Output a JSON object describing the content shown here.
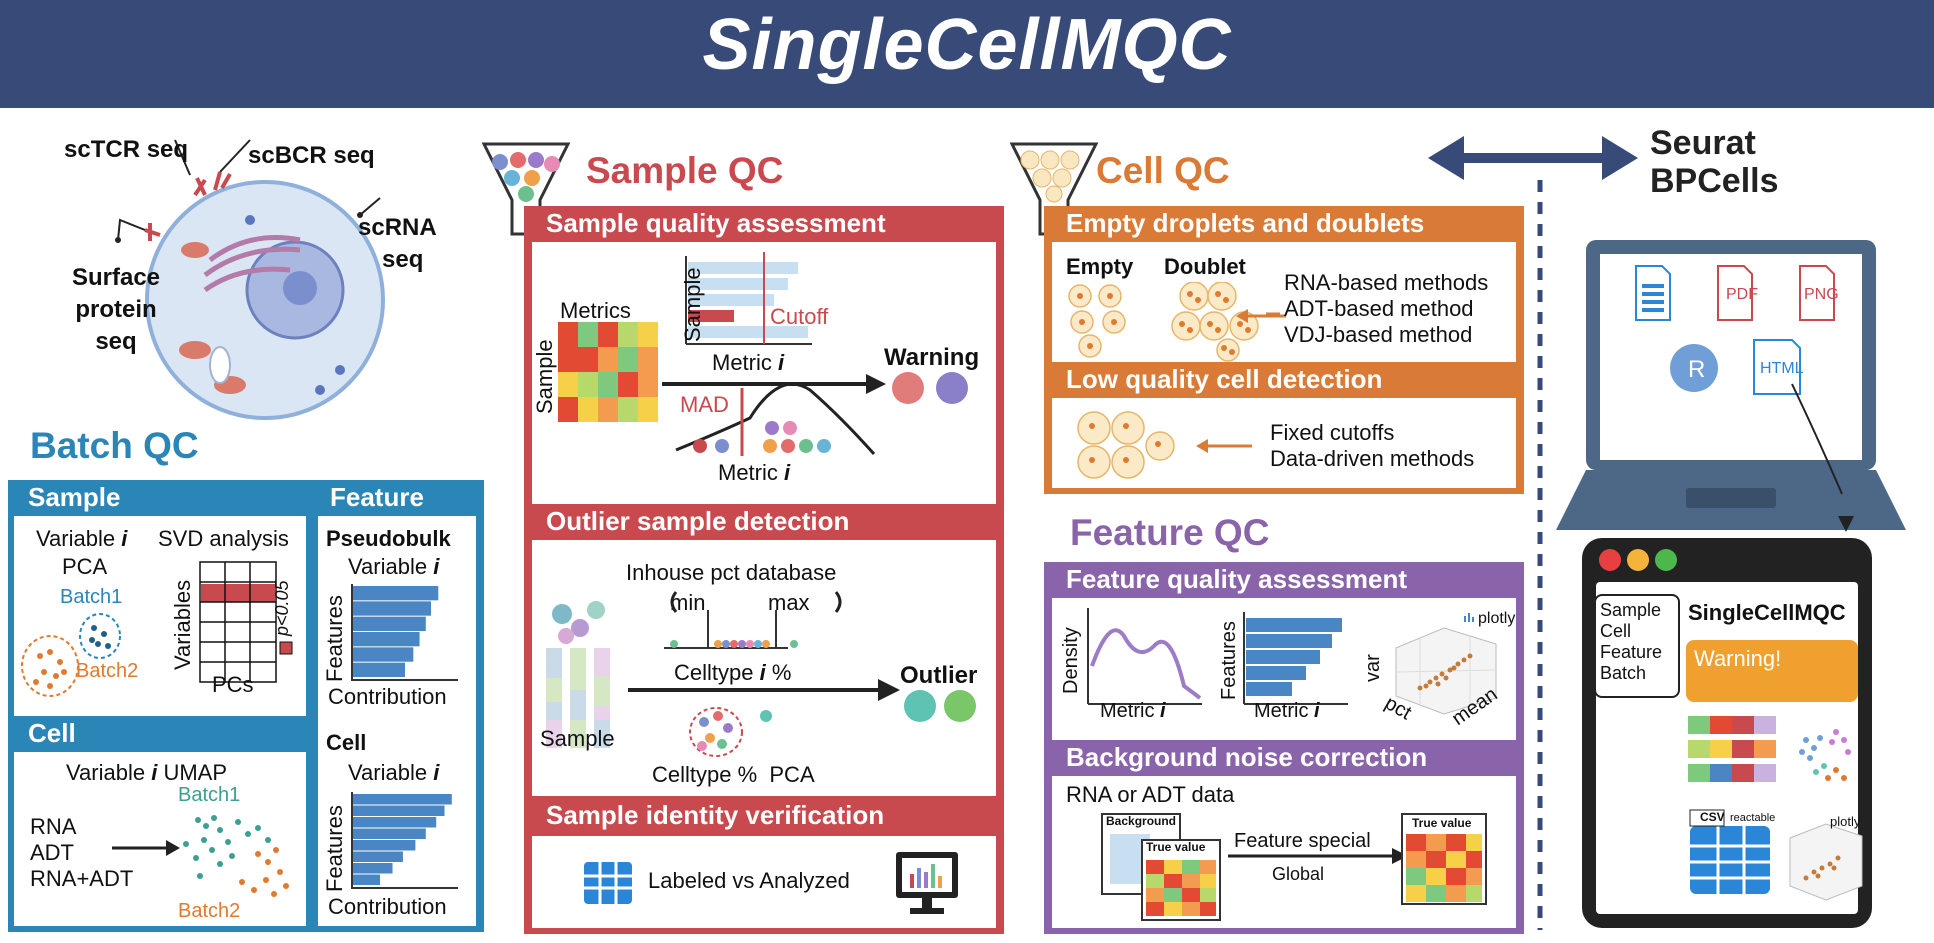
{
  "app_title": "SingleCellMQC",
  "cell_diagram": {
    "labels": {
      "sctcr": "scTCR seq",
      "scbcr": "scBCR seq",
      "scrna_1": "scRNA",
      "scrna_2": "seq",
      "surface_1": "Surface",
      "surface_2": "protein",
      "surface_3": "seq"
    }
  },
  "batch_qc": {
    "title": "Batch QC",
    "sample_header": "Sample",
    "feature_header": "Feature",
    "cell_header": "Cell",
    "variable_label": "Variable ",
    "italic_i": "i",
    "pca": "PCA",
    "svd": "SVD analysis",
    "batch1": "Batch1",
    "batch2": "Batch2",
    "variables_axis": "Variables",
    "pcs_axis": "PCs",
    "pvalue": "p<0.05",
    "pseudobulk": "Pseudobulk",
    "features_axis": "Features",
    "contribution": "Contribution",
    "cell_sub": "Cell",
    "umap": " UMAP",
    "rna": "RNA",
    "adt": "ADT",
    "rna_adt": "RNA+ADT",
    "pseudobulk_bars": [
      0.82,
      0.75,
      0.7,
      0.64,
      0.58,
      0.5
    ],
    "cell_bars": [
      0.95,
      0.88,
      0.8,
      0.7,
      0.6,
      0.48,
      0.38,
      0.26
    ]
  },
  "sample_qc": {
    "title": "Sample QC",
    "panel1_header": "Sample quality assessment",
    "metrics": "Metrics",
    "sample_axis": "Sample",
    "cutoff": "Cutoff",
    "metric_i_prefix": "Metric ",
    "italic_i": "i",
    "mad": "MAD",
    "warning": "Warning",
    "panel2_header": "Outlier sample detection",
    "inhouse": "Inhouse pct database",
    "min": "min",
    "max": "max",
    "celltype_pct_prefix": "Celltype ",
    "pct_suffix": " %",
    "outlier": "Outlier",
    "sample_label": "Sample",
    "celltype_pca": "Celltype %  PCA",
    "panel3_header": "Sample identity verification",
    "labeled_vs": "Labeled vs Analyzed"
  },
  "cell_qc": {
    "title": "Cell QC",
    "panel1_header": "Empty droplets and doublets",
    "empty": "Empty",
    "doublet": "Doublet",
    "methods": [
      "RNA-based methods",
      "ADT-based method",
      "VDJ-based method"
    ],
    "panel2_header": "Low quality cell detection",
    "cutoffs": [
      "Fixed cutoffs",
      "Data-driven methods"
    ]
  },
  "feature_qc": {
    "title": "Feature QC",
    "panel1_header": "Feature quality assessment",
    "density": "Density",
    "features": "Features",
    "metric_prefix": "Metric ",
    "italic_i": "i",
    "plotly": "plotly",
    "var": "var",
    "pct": "pct",
    "mean": "mean",
    "panel2_header": "Background noise correction",
    "rna_or_adt": "RNA or ADT data",
    "background": "Background",
    "true_value": "True value",
    "feature_special": "Feature special",
    "global": "Global"
  },
  "output": {
    "seurat": "Seurat",
    "bpcells": "BPCells",
    "file_pdf": "PDF",
    "file_png": "PNG",
    "file_r": "R",
    "file_html": "HTML",
    "report_title": "SingleCellMQC",
    "tabs": [
      "Sample",
      "Cell",
      "Feature",
      "Batch"
    ],
    "warning": "Warning!",
    "csv": "CSV",
    "reactable": "reactable",
    "plotly": "plotly"
  },
  "colors": {
    "banner": "#384a78",
    "batch_blue": "#2b86b8",
    "sample_red": "#c94a4e",
    "cell_orange": "#d97b36",
    "feature_purple": "#8a64ab",
    "report_orange": "#f0a02f"
  }
}
